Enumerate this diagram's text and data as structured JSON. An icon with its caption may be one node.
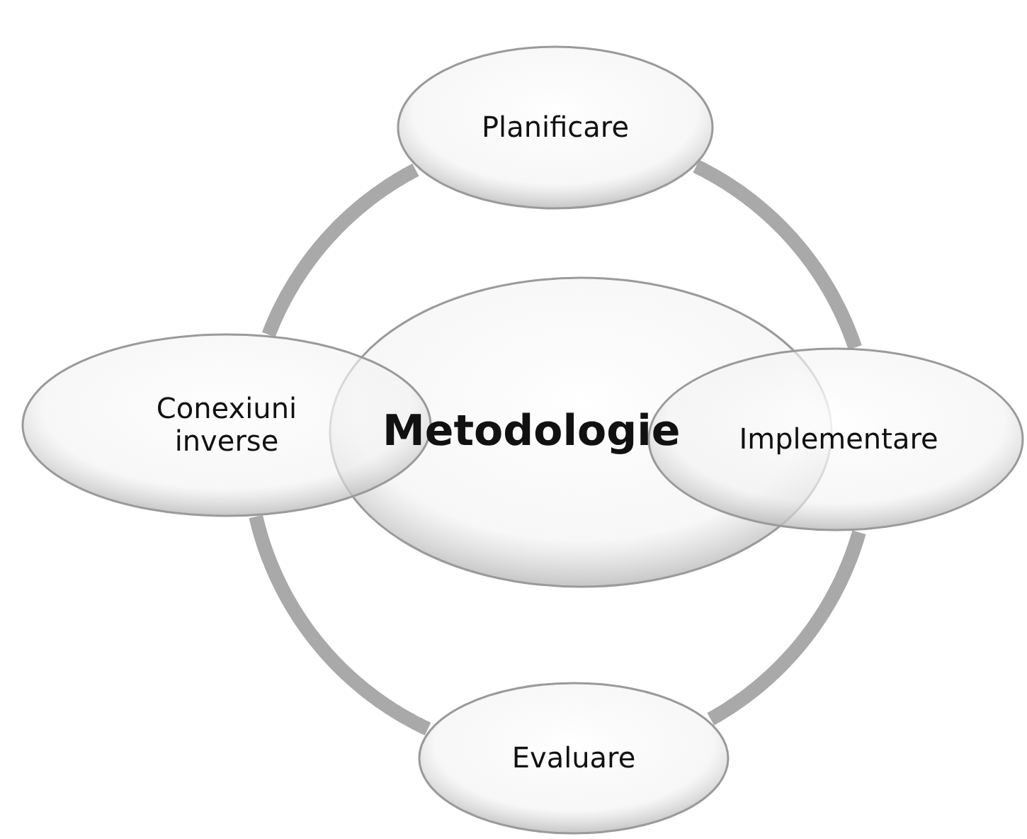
{
  "diagram": {
    "nodes": [
      {
        "text": [
          "Planificare"
        ]
      },
      {
        "text": [
          "Conexiuni inverse"
        ]
      },
      {
        "text": [
          "Metodologie"
        ]
      },
      {
        "text": [
          "Implementare"
        ]
      },
      {
        "text": [
          "Evaluare"
        ]
      }
    ],
    "edges": [
      {
        "from": 0,
        "to": 3,
        "arrow": "none"
      },
      {
        "from": 3,
        "to": 4,
        "arrow": "none"
      },
      {
        "from": 4,
        "to": 1,
        "arrow": "none"
      },
      {
        "from": 1,
        "to": 0,
        "arrow": "none"
      }
    ]
  }
}
